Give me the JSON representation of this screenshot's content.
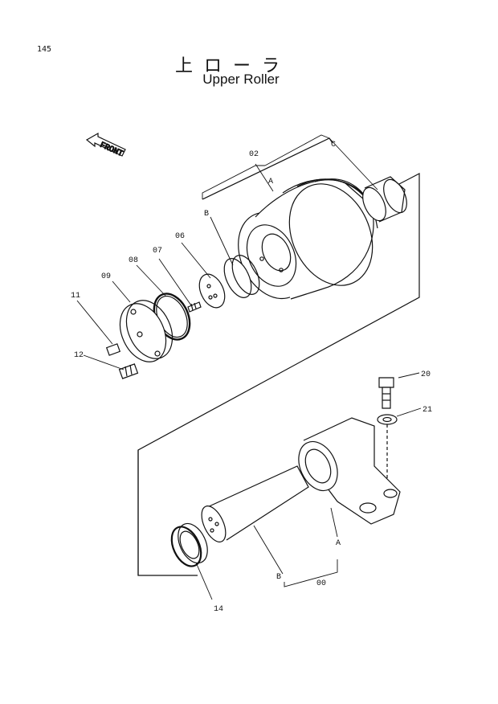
{
  "page_number": "145",
  "title_jp": "上ローラ",
  "title_en": "Upper Roller",
  "front_label": "FRONT",
  "callouts": {
    "c02": "02",
    "a_top": "A",
    "b_top": "B",
    "c_top": "C",
    "c06": "06",
    "c07": "07",
    "c08": "08",
    "c09": "09",
    "c11": "11",
    "c12": "12",
    "c20": "20",
    "c21": "21",
    "a_bottom": "A",
    "b_bottom": "B",
    "c00": "00",
    "c14": "14"
  }
}
